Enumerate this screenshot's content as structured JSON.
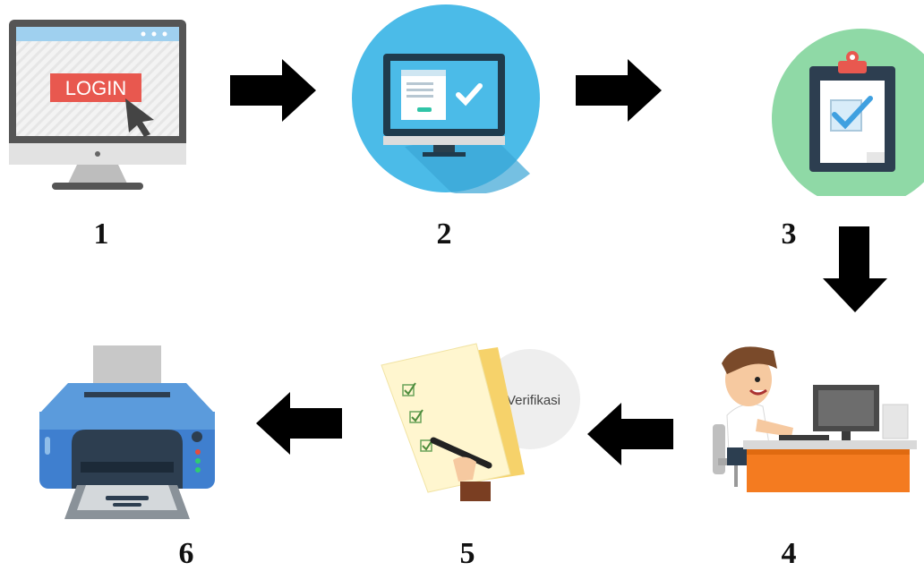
{
  "steps": [
    {
      "number": "1",
      "icon": "login-monitor-icon",
      "label_text": "LOGIN"
    },
    {
      "number": "2",
      "icon": "monitor-check-icon"
    },
    {
      "number": "3",
      "icon": "clipboard-check-icon"
    },
    {
      "number": "4",
      "icon": "office-worker-desk-icon"
    },
    {
      "number": "5",
      "icon": "document-verification-icon",
      "label_text": "Verifikasi"
    },
    {
      "number": "6",
      "icon": "printer-icon"
    }
  ],
  "arrows": [
    "right",
    "right",
    "down",
    "left",
    "left"
  ],
  "colors": {
    "login_red": "#e8584f",
    "circle_blue": "#4bbbe8",
    "circle_green": "#8fd9a6",
    "printer_blue": "#3f7fcf",
    "desk_orange": "#f47b20",
    "arrow": "#000000"
  }
}
